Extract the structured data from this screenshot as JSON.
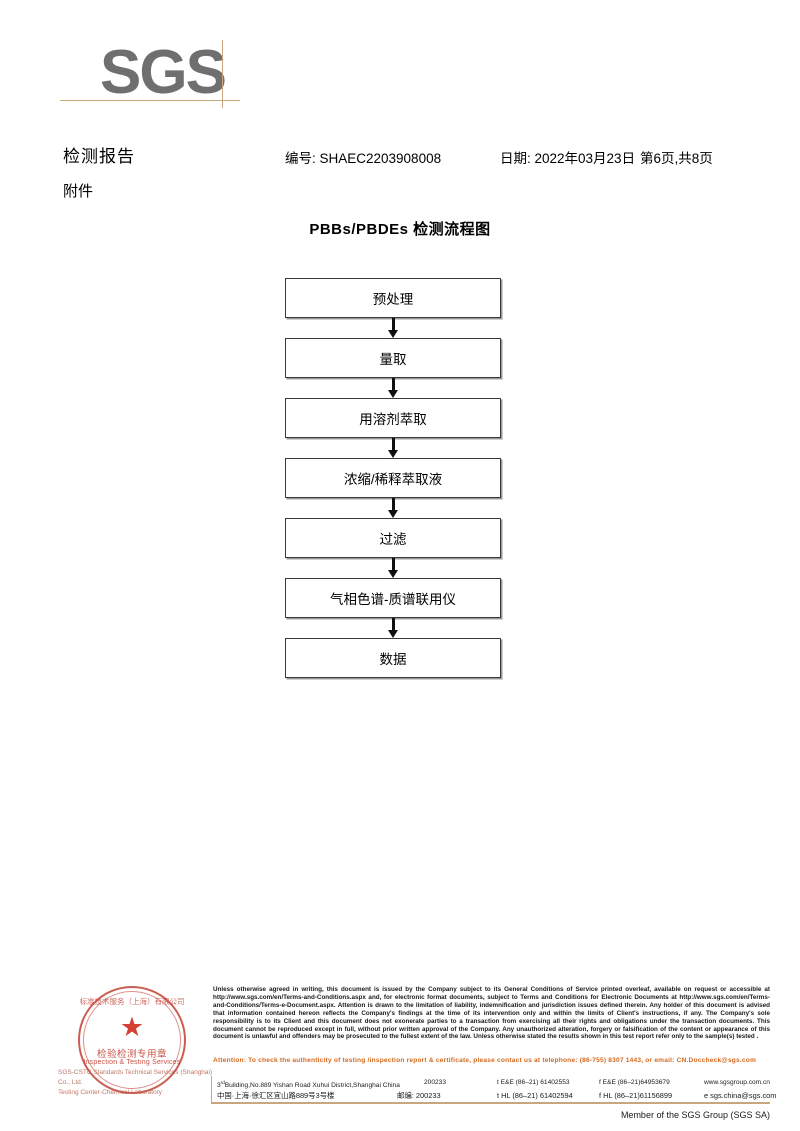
{
  "document": {
    "logo_text": "SGS",
    "title": "检测报告",
    "subtitle": "附件",
    "report_no": "编号: SHAEC2203908008",
    "date": "日期: 2022年03月23日",
    "page_info": "第6页,共8页"
  },
  "flowchart": {
    "title": "PBBs/PBDEs 检测流程图",
    "type": "flowchart",
    "orientation": "vertical",
    "steps": [
      {
        "label": "预处理"
      },
      {
        "label": "量取"
      },
      {
        "label": "用溶剂萃取"
      },
      {
        "label": "浓缩/稀释萃取液"
      },
      {
        "label": "过滤"
      },
      {
        "label": "气相色谱-质谱联用仪"
      },
      {
        "label": "数据"
      }
    ]
  },
  "seal": {
    "arc_top": "标准技术服务（上海）有限公司",
    "cn_text": "检验检测专用章",
    "en_text": "Inspection & Testing Services",
    "star": "★",
    "caption_line1": "SGS-CSTC Standards Technical Services (Shanghai) Co., Ltd.",
    "caption_line2": "Testing Center-Chemical Laboratory",
    "color": "#c0392b"
  },
  "footer": {
    "legal_text": "Unless otherwise agreed in writing, this document is issued by the Company subject to its General Conditions of Service printed overleaf, available on request or accessible at http://www.sgs.com/en/Terms-and-Conditions.aspx and, for electronic format documents, subject to Terms and Conditions for Electronic Documents at http://www.sgs.com/en/Terms-and-Conditions/Terms-e-Document.aspx. Attention is drawn to the limitation of liability, indemnification and jurisdiction issues defined therein. Any holder of this document is advised that information contained hereon reflects the Company's findings at the time of its intervention only and within the limits of Client's instructions, if any. The Company's sole responsibility is to its Client and this document does not exonerate parties to a transaction from exercising all their rights and obligations under the transaction documents. This document cannot be reproduced except in full, without prior written approval of the Company. Any unauthorized alteration, forgery or falsification of the content or appearance of this document is unlawful and offenders may be prosecuted to the fullest extent of the law. Unless otherwise stated the results shown in this test report refer only to the sample(s) tested .",
    "attention_text": "Attention: To check the authenticity of testing /inspection report & certificate, please contact us at telephone: (86-755) 8307 1443, or email: CN.Doccheck@sgs.com",
    "address_en": "3  Building,No.889 Yishan Road Xuhui District,Shanghai China",
    "address_en_sup": "rd",
    "address_cn": "中国·上海·徐汇区宜山路889号3号楼",
    "postcode_en": "200233",
    "postcode_cn": "邮编: 200233",
    "phone1a": "t E&E (86–21) 61402553",
    "phone1b": "f E&E (86–21)64953679",
    "phone2a": "t HL (86–21) 61402594",
    "phone2b": "f HL (86–21)61156899",
    "website": "www.sgsgroup.com.cn",
    "email": "e  sgs.china@sgs.com",
    "member": "Member of the SGS Group (SGS SA)",
    "accent_color": "#c8a77e",
    "attention_color": "#d4691e"
  }
}
